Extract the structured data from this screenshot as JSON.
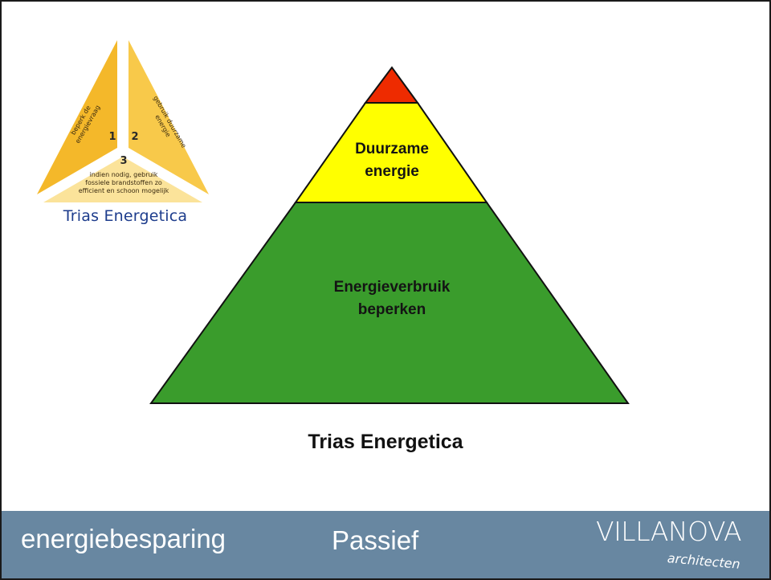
{
  "logo": {
    "caption": "Trias Energetica",
    "segment1_lines": [
      "beperk de",
      "energievraag"
    ],
    "segment2_lines": [
      "gebruik duurzame",
      "energie"
    ],
    "segment3_lines": [
      "indien nodig, gebruik",
      "fossiele brandstoffen zo",
      "efficient en schoon mogelijk"
    ],
    "num1": "1",
    "num2": "2",
    "num3": "3",
    "colors": {
      "dark": "#f4b82a",
      "mid": "#f8c94a",
      "light": "#fbe39a"
    }
  },
  "pyramid": {
    "top_color": "#ee2b00",
    "middle_color": "#ffff00",
    "bottom_color": "#3a9c2c",
    "middle_label_lines": [
      "Duurzame",
      "energie"
    ],
    "bottom_label_lines": [
      "Energieverbruik",
      "beperken"
    ]
  },
  "caption": "Trias Energetica",
  "footer": {
    "left": "energiebesparing",
    "middle": "Passief",
    "brand_name": "VILLANOVA",
    "brand_sub": "architecten",
    "color": "#6887a1"
  }
}
